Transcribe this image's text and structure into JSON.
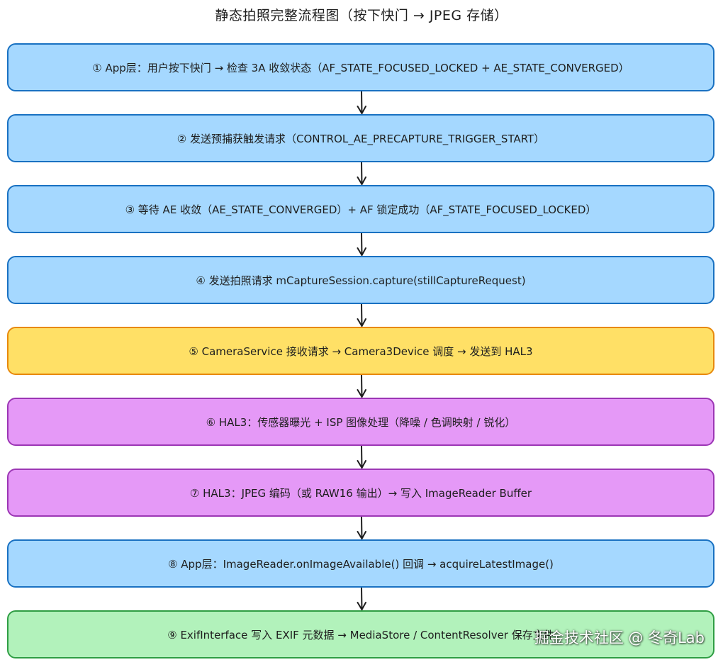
{
  "title": "静态拍照完整流程图（按下快门 → JPEG 存储）",
  "steps": [
    {
      "label": "① App层：用户按下快门 → 检查 3A 收敛状态（AF_STATE_FOCUSED_LOCKED + AE_STATE_CONVERGED）",
      "color": "blue"
    },
    {
      "label": "② 发送预捕获触发请求（CONTROL_AE_PRECAPTURE_TRIGGER_START）",
      "color": "blue"
    },
    {
      "label": "③ 等待 AE 收敛（AE_STATE_CONVERGED）+ AF 锁定成功（AF_STATE_FOCUSED_LOCKED）",
      "color": "blue"
    },
    {
      "label": "④ 发送拍照请求 mCaptureSession.capture(stillCaptureRequest)",
      "color": "blue"
    },
    {
      "label": "⑤ CameraService 接收请求 → Camera3Device 调度 → 发送到 HAL3",
      "color": "yellow"
    },
    {
      "label": "⑥ HAL3：传感器曝光 + ISP 图像处理（降噪 / 色调映射 / 锐化）",
      "color": "purple"
    },
    {
      "label": "⑦ HAL3：JPEG 编码（或 RAW16 输出）→ 写入 ImageReader Buffer",
      "color": "purple"
    },
    {
      "label": "⑧ App层：ImageReader.onImageAvailable() 回调 → acquireLatestImage()",
      "color": "blue"
    },
    {
      "label": "⑨ ExifInterface 写入 EXIF 元数据 → MediaStore / ContentResolver 保存文件",
      "color": "green"
    }
  ],
  "watermark": "掘金技术社区 @ 冬奇Lab",
  "colors": {
    "blue_fill": "#a5d8ff",
    "blue_stroke": "#1971c2",
    "yellow_fill": "#ffe066",
    "yellow_stroke": "#e8890c",
    "purple_fill": "#e599f7",
    "purple_stroke": "#9c36b5",
    "green_fill": "#b2f2bb",
    "green_stroke": "#2f9e44",
    "arrow": "#1e1e1e"
  }
}
